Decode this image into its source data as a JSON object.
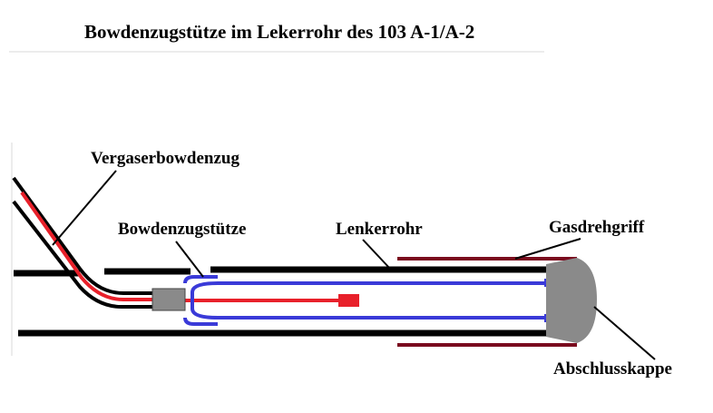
{
  "title": "Bowdenzugstütze im Lekerrohr des 103 A-1/A-2",
  "labels": {
    "vergaserbowdenzug": "Vergaserbowdenzug",
    "bowdenzugstuetze": "Bowdenzugstütze",
    "lenkerrohr": "Lenkerrohr",
    "gasdrehgriff": "Gasdrehgriff",
    "abschlusskappe": "Abschlusskappe"
  },
  "colors": {
    "tube": "#000000",
    "inner_cable": "#e8202a",
    "sleeve": "#3a3ad8",
    "grip": "#7a0a1e",
    "end_cap": "#8a8a8a"
  }
}
